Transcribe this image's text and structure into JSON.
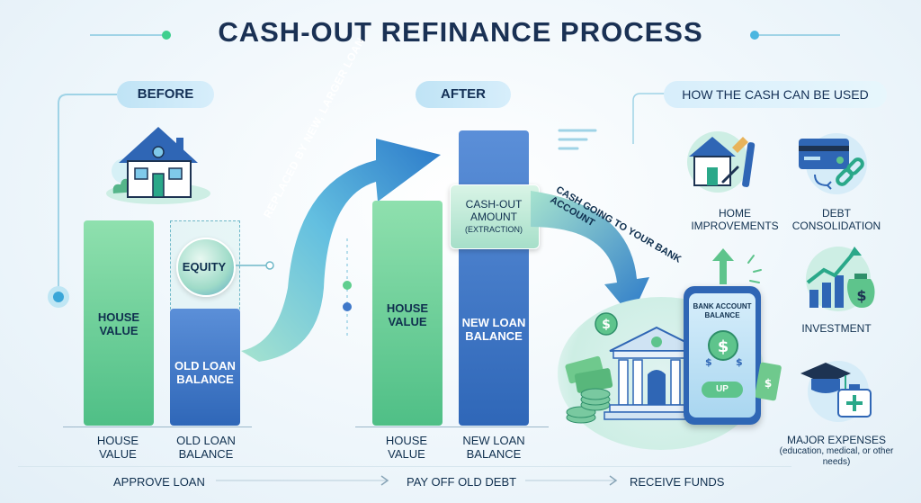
{
  "title": "CASH-OUT REFINANCE PROCESS",
  "sections": {
    "before": "BEFORE",
    "after": "AFTER",
    "uses_header": "HOW THE CASH CAN BE USED"
  },
  "before": {
    "house_bar_label": "HOUSE VALUE",
    "equity_label": "EQUITY",
    "old_loan_bar_label": "OLD LOAN BALANCE",
    "axis": [
      "HOUSE VALUE",
      "OLD LOAN BALANCE"
    ]
  },
  "arrow_label": "REPLACED BY NEW, LARGER LOAN",
  "after": {
    "house_bar_label": "HOUSE VALUE",
    "cash_out_label": "CASH-OUT AMOUNT",
    "cash_out_sub": "(EXTRACTION)",
    "new_loan_bar_label": "NEW LOAN BALANCE",
    "axis": [
      "HOUSE VALUE",
      "NEW LOAN BALANCE"
    ]
  },
  "cash_arrow_label": "CASH GOING TO YOUR BANK ACCOUNT",
  "phone": {
    "label": "BANK ACCOUNT BALANCE",
    "button": "UP"
  },
  "uses": {
    "home_improvements": "HOME IMPROVEMENTS",
    "debt_consolidation": "DEBT CONSOLIDATION",
    "investment": "INVESTMENT",
    "major_expenses": "MAJOR EXPENSES",
    "major_expenses_sub": "(education, medical, or other needs)"
  },
  "steps": [
    "APPROVE LOAN",
    "PAY OFF OLD DEBT",
    "RECEIVE FUNDS"
  ],
  "colors": {
    "green_bar": "#5fce8e",
    "blue_bar": "#3f78c9",
    "accent_teal": "#3fb7a5",
    "dark_text": "#1a3154"
  }
}
